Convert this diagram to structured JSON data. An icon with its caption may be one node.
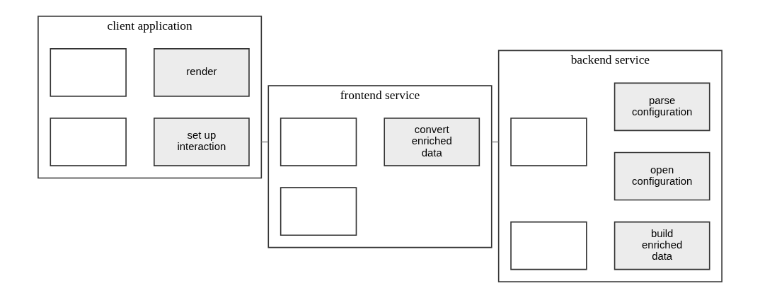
{
  "diagram": {
    "nodes": [
      {
        "text": [
          "client application"
        ]
      },
      {
        "text": [],
        "shape": "box",
        "in": 0
      },
      {
        "text": [
          "render"
        ],
        "in": 0
      },
      {
        "text": [
          "set up interaction"
        ],
        "in": 0
      },
      {
        "text": [],
        "shape": "box",
        "in": 0
      },
      {
        "text": [
          "frontend service"
        ]
      },
      {
        "text": [],
        "shape": "box",
        "in": 5
      },
      {
        "text": [
          "convert enriched data"
        ],
        "in": 5
      },
      {
        "text": [],
        "shape": "box",
        "in": 5
      },
      {
        "text": [
          "backend service"
        ]
      },
      {
        "text": [],
        "shape": "box",
        "in": 9
      },
      {
        "text": [
          "open configuration"
        ],
        "in": 9
      },
      {
        "text": [
          "parse configuration"
        ],
        "in": 9
      },
      {
        "text": [],
        "shape": "box",
        "in": 9
      },
      {
        "text": [
          "build enriched data"
        ],
        "in": 9
      }
    ],
    "edges": [
      {
        "from": 0,
        "to": 5,
        "arrow": "none"
      },
      {
        "from": 5,
        "to": 9,
        "arrow": "none"
      }
    ]
  }
}
